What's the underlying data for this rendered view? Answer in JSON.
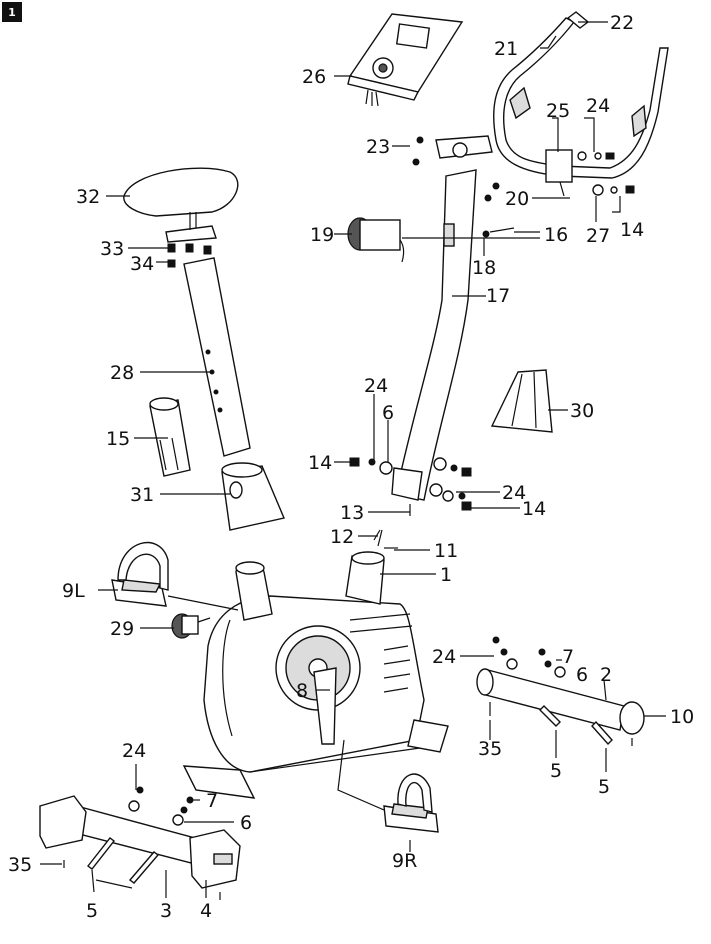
{
  "figure_number": "1",
  "callouts": [
    {
      "id": "c22",
      "text": "22"
    },
    {
      "id": "c21",
      "text": "21"
    },
    {
      "id": "c26",
      "text": "26"
    },
    {
      "id": "c25",
      "text": "25"
    },
    {
      "id": "c24a",
      "text": "24"
    },
    {
      "id": "c23",
      "text": "23"
    },
    {
      "id": "c20",
      "text": "20"
    },
    {
      "id": "c14a",
      "text": "14"
    },
    {
      "id": "c27",
      "text": "27"
    },
    {
      "id": "c32",
      "text": "32"
    },
    {
      "id": "c19",
      "text": "19"
    },
    {
      "id": "c16",
      "text": "16"
    },
    {
      "id": "c33",
      "text": "33"
    },
    {
      "id": "c34",
      "text": "34"
    },
    {
      "id": "c18",
      "text": "18"
    },
    {
      "id": "c17",
      "text": "17"
    },
    {
      "id": "c28",
      "text": "28"
    },
    {
      "id": "c24b",
      "text": "24"
    },
    {
      "id": "c30",
      "text": "30"
    },
    {
      "id": "c6a",
      "text": "6"
    },
    {
      "id": "c15",
      "text": "15"
    },
    {
      "id": "c14b",
      "text": "14"
    },
    {
      "id": "c31",
      "text": "31"
    },
    {
      "id": "c24c",
      "text": "24"
    },
    {
      "id": "c13",
      "text": "13"
    },
    {
      "id": "c14c",
      "text": "14"
    },
    {
      "id": "c12",
      "text": "12"
    },
    {
      "id": "c11",
      "text": "11"
    },
    {
      "id": "c1",
      "text": "1"
    },
    {
      "id": "c9L",
      "text": "9L"
    },
    {
      "id": "c29",
      "text": "29"
    },
    {
      "id": "c24d",
      "text": "24"
    },
    {
      "id": "c7a",
      "text": "7"
    },
    {
      "id": "c6b",
      "text": "6"
    },
    {
      "id": "c2",
      "text": "2"
    },
    {
      "id": "c8",
      "text": "8"
    },
    {
      "id": "c10",
      "text": "10"
    },
    {
      "id": "c35a",
      "text": "35"
    },
    {
      "id": "c5a",
      "text": "5"
    },
    {
      "id": "c5b",
      "text": "5"
    },
    {
      "id": "c24e",
      "text": "24"
    },
    {
      "id": "c7b",
      "text": "7"
    },
    {
      "id": "c6c",
      "text": "6"
    },
    {
      "id": "c9R",
      "text": "9R"
    },
    {
      "id": "c35b",
      "text": "35"
    },
    {
      "id": "c5c",
      "text": "5"
    },
    {
      "id": "c3",
      "text": "3"
    },
    {
      "id": "c4",
      "text": "4"
    }
  ]
}
